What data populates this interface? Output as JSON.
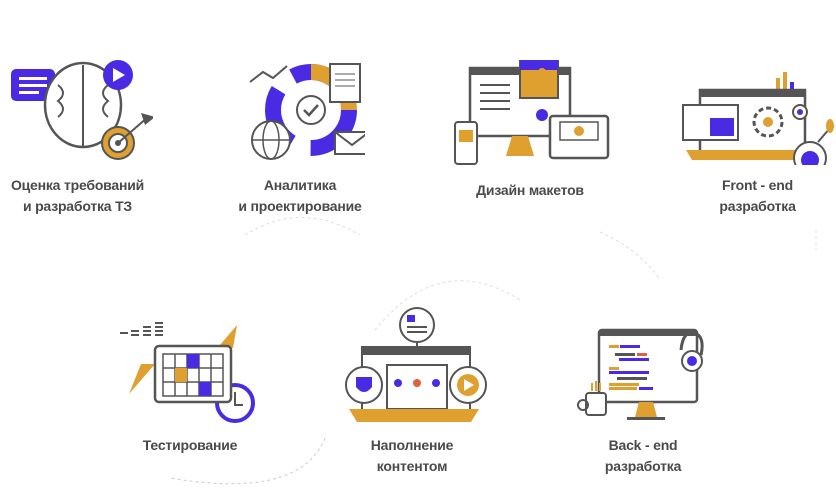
{
  "colors": {
    "purple": "#4a2ae3",
    "orange": "#e0a030",
    "gray": "#555555",
    "text": "#4a4a4a"
  },
  "steps": [
    {
      "line1": "Оценка требований",
      "line2": "и разработка ТЗ",
      "icon": "brain-target-icon"
    },
    {
      "line1": "Аналитика",
      "line2": "и проектирование",
      "icon": "analytics-chart-icon"
    },
    {
      "line1": "Дизайн макетов",
      "line2": "",
      "icon": "devices-design-icon"
    },
    {
      "line1": "Front - end",
      "line2": "разработка",
      "icon": "frontend-laptop-icon"
    },
    {
      "line1": "Тестирование",
      "line2": "",
      "icon": "calendar-testing-icon"
    },
    {
      "line1": "Наполнение",
      "line2": "контентом",
      "icon": "content-laptop-icon"
    },
    {
      "line1": "Back - end",
      "line2": "разработка",
      "icon": "backend-monitor-icon"
    }
  ]
}
